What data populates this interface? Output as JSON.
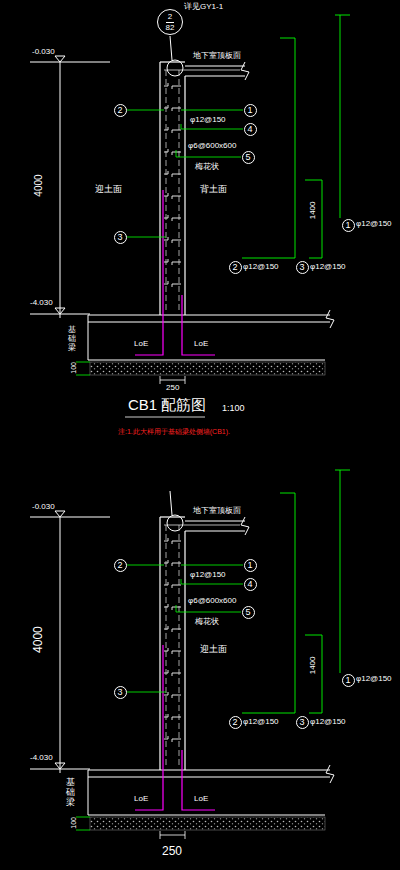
{
  "diagram": {
    "nodes": [
      {
        "text": [
          "2",
          "82"
        ]
      },
      {
        "text": [
          "2"
        ]
      },
      {
        "text": [
          "1"
        ]
      },
      {
        "text": [
          "4"
        ]
      },
      {
        "text": [
          "5"
        ]
      },
      {
        "text": [
          "3"
        ]
      },
      {
        "text": [
          "1"
        ]
      },
      {
        "text": [
          "2"
        ]
      },
      {
        "text": [
          "3"
        ]
      },
      {
        "text": [
          "2"
        ]
      },
      {
        "text": [
          "1"
        ]
      },
      {
        "text": [
          "4"
        ]
      },
      {
        "text": [
          "5"
        ]
      },
      {
        "text": [
          "3"
        ]
      },
      {
        "text": [
          "1"
        ]
      },
      {
        "text": [
          "2"
        ]
      },
      {
        "text": [
          "3"
        ]
      }
    ],
    "labels": [
      "详见GY1-1",
      "-0.030",
      "地下室顶板面",
      "φ12@150",
      "φ6@600x600",
      "梅花状",
      "迎土面",
      "背土面",
      "4000",
      "1400",
      "φ12@150",
      "φ12@150",
      "φ12@150",
      "-4.030",
      "基础梁",
      "LoE",
      "LoE",
      "100",
      "250",
      "CB1 配筋图",
      "1:100",
      "注:1.此大样用于基础梁处侧墙(CB1).",
      "-0.030",
      "地下室顶板面",
      "φ12@150",
      "φ6@600x600",
      "梅花状",
      "迎土面",
      "4000",
      "1400",
      "φ12@150",
      "φ12@150",
      "φ12@150",
      "-4.030",
      "基础梁",
      "LoE",
      "LoE",
      "100",
      "250"
    ]
  }
}
